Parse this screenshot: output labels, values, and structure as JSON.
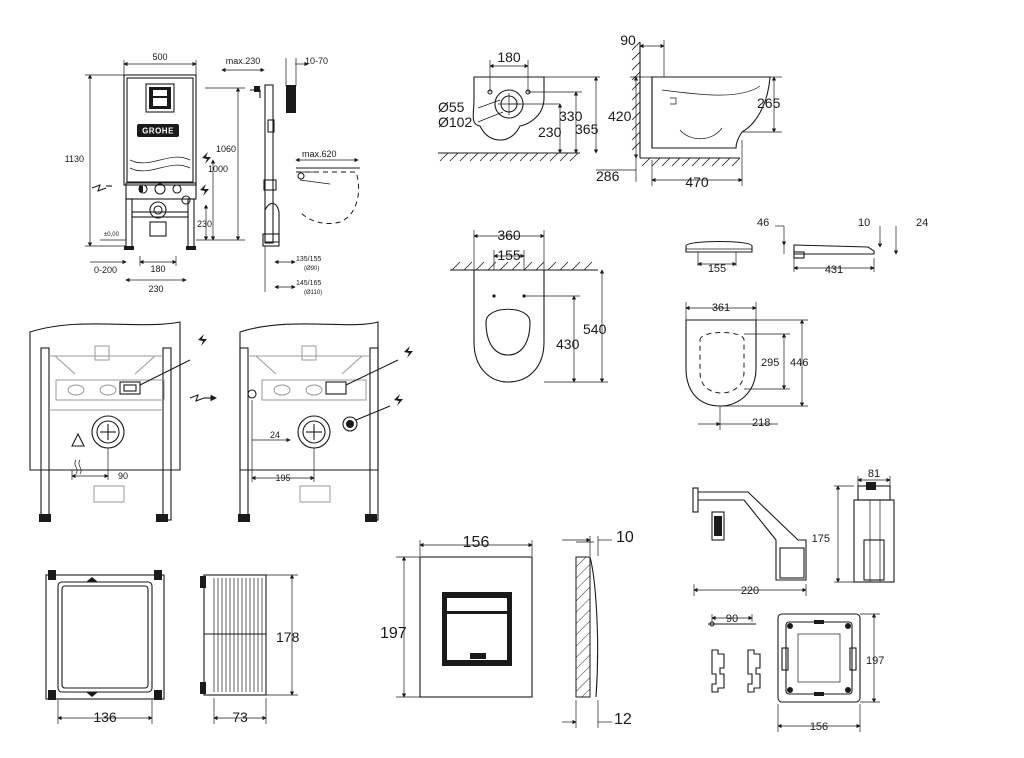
{
  "frame": {
    "labels": {
      "w500": "500",
      "max230": "max.230",
      "r1070": "10-70",
      "h1130": "1130",
      "h1060": "1060",
      "max620": "max.620",
      "h1000": "1000",
      "h230": "230",
      "zero": "±0,00",
      "r0200": "0-200",
      "w180": "180",
      "w230": "230",
      "pipe90": "135/155",
      "pipe90sub": "(Ø90)",
      "pipe110": "145/165",
      "pipe110sub": "(Ø110)"
    },
    "brand": "GROHE"
  },
  "bowl_top": {
    "w180": "180",
    "d55": "Ø55",
    "d102": "Ø102",
    "h330": "330",
    "h230": "230",
    "h365": "365"
  },
  "bowl_side": {
    "w90": "90",
    "h420": "420",
    "h265": "265",
    "h286": "286",
    "w470": "470"
  },
  "bowl_plan": {
    "w360": "360",
    "w155": "155",
    "h430": "430",
    "h540": "540"
  },
  "seat_side": {
    "h46": "46",
    "h10": "10",
    "h24": "24",
    "w155": "155",
    "w431": "431"
  },
  "seat_top": {
    "w361": "361",
    "h295": "295",
    "h446": "446",
    "w218": "218"
  },
  "wiring": {
    "w90": "90",
    "w24": "24",
    "w195": "195"
  },
  "flush_frame": {
    "w136": "136"
  },
  "flush_box": {
    "h178": "178",
    "w73": "73"
  },
  "plate_front": {
    "w156": "156",
    "h197": "197"
  },
  "plate_side": {
    "t10": "10",
    "t12": "12"
  },
  "bracket": {
    "w220": "220"
  },
  "cartridge": {
    "w81": "81",
    "h175": "175"
  },
  "plate_frame": {
    "w90": "90",
    "h197": "197",
    "w156": "156"
  },
  "colors": {
    "line": "#1a1a1a",
    "light": "#9a9a9a"
  }
}
